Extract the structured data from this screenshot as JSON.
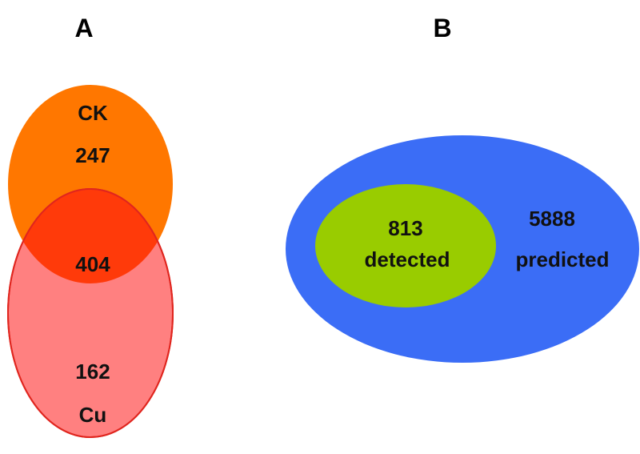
{
  "panels": {
    "a": {
      "label": "A",
      "top_set": {
        "name": "CK",
        "count": "247",
        "color": "#FF7700"
      },
      "overlap": {
        "count": "404",
        "color": "#FF3A0A"
      },
      "bottom_set": {
        "name": "Cu",
        "count": "162",
        "color": "#FF8080",
        "stroke": "#E0251E"
      }
    },
    "b": {
      "label": "B",
      "outer": {
        "count": "5888",
        "name": "predicted",
        "color": "#3B6DF6"
      },
      "inner": {
        "count": "813",
        "name": "detected",
        "color": "#99CC00"
      }
    }
  }
}
